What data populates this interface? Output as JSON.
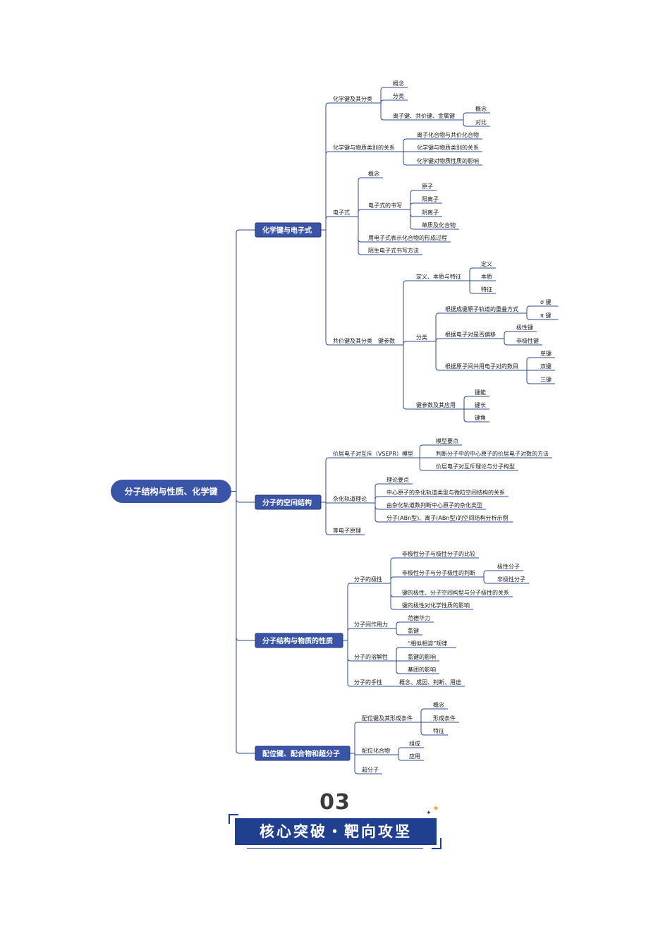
{
  "root": {
    "label": "分子结构与性质、化学键"
  },
  "branches": [
    {
      "label": "化学键与电子式",
      "children": [
        {
          "label": "化学键及其分类",
          "children": [
            {
              "label": "概念"
            },
            {
              "label": "分类"
            },
            {
              "label": "离子键、共价键、金属键",
              "children": [
                {
                  "label": "概念"
                },
                {
                  "label": "对比"
                }
              ]
            }
          ]
        },
        {
          "label": "化学键与物质类别的关系",
          "children": [
            {
              "label": "离子化合物与共价化合物"
            },
            {
              "label": "化学键与物质类别的关系"
            },
            {
              "label": "化学键对物质性质的影响"
            }
          ]
        },
        {
          "label": "电子式",
          "children": [
            {
              "label": "概念"
            },
            {
              "label": "电子式的书写",
              "children": [
                {
                  "label": "原子"
                },
                {
                  "label": "阳离子"
                },
                {
                  "label": "阴离子"
                },
                {
                  "label": "单质及化合物"
                }
              ]
            },
            {
              "label": "用电子式表示化合物的形成过程"
            },
            {
              "label": "陌生电子式书写方法"
            }
          ]
        },
        {
          "label": "共价键及其分类　键参数",
          "children": [
            {
              "label": "定义、本质与特征",
              "children": [
                {
                  "label": "定义"
                },
                {
                  "label": "本质"
                },
                {
                  "label": "特征"
                }
              ]
            },
            {
              "label": "分类",
              "children": [
                {
                  "label": "根据成键原子轨道的重叠方式",
                  "children": [
                    {
                      "label": "σ 键"
                    },
                    {
                      "label": "π 键"
                    }
                  ]
                },
                {
                  "label": "根据电子对是否偏移",
                  "children": [
                    {
                      "label": "极性键"
                    },
                    {
                      "label": "非极性键"
                    }
                  ]
                },
                {
                  "label": "根据原子间共用电子对的数目",
                  "children": [
                    {
                      "label": "单键"
                    },
                    {
                      "label": "双键"
                    },
                    {
                      "label": "三键"
                    }
                  ]
                }
              ]
            },
            {
              "label": "键参数及其应用",
              "children": [
                {
                  "label": "键能"
                },
                {
                  "label": "键长"
                },
                {
                  "label": "键角"
                }
              ]
            }
          ]
        }
      ]
    },
    {
      "label": "分子的空间结构",
      "children": [
        {
          "label": "价层电子对互斥（VSEPR）模型",
          "children": [
            {
              "label": "模型要点"
            },
            {
              "label": "判断分子中的中心原子的价层电子对数的方法"
            },
            {
              "label": "价层电子对互斥理论与分子构型"
            }
          ]
        },
        {
          "label": "杂化轨道理论",
          "children": [
            {
              "label": "理论要点"
            },
            {
              "label": "中心原子的杂化轨道类型与微粒空间结构的关系"
            },
            {
              "label": "由杂化轨道数判断中心原子的杂化类型"
            },
            {
              "label": "分子(ABn型)、离子(ABn型)的空间结构分析示例"
            }
          ]
        },
        {
          "label": "等电子原理"
        }
      ]
    },
    {
      "label": "分子结构与物质的性质",
      "children": [
        {
          "label": "分子的极性",
          "children": [
            {
              "label": "非极性分子与极性分子的比较"
            },
            {
              "label": "非极性分子与分子极性的判断",
              "children": [
                {
                  "label": "极性分子"
                },
                {
                  "label": "非极性分子"
                }
              ]
            },
            {
              "label": "键的极性、分子空间构型与分子极性的关系"
            },
            {
              "label": "键的极性对化学性质的影响"
            }
          ]
        },
        {
          "label": "分子间作用力",
          "children": [
            {
              "label": "范德华力"
            },
            {
              "label": "氢键"
            }
          ]
        },
        {
          "label": "分子的溶解性",
          "children": [
            {
              "label": "“相似相溶”规律"
            },
            {
              "label": "氢键的影响"
            },
            {
              "label": "基团的影响"
            }
          ]
        },
        {
          "label": "分子的手性",
          "children": [
            {
              "label": "概念、成因、判断、用途"
            }
          ]
        }
      ]
    },
    {
      "label": "配位键、配合物和超分子",
      "children": [
        {
          "label": "配位键及其形成条件",
          "children": [
            {
              "label": "概念"
            },
            {
              "label": "形成条件"
            },
            {
              "label": "特征"
            }
          ]
        },
        {
          "label": "配位化合物",
          "children": [
            {
              "label": "组成"
            },
            {
              "label": "应用"
            }
          ]
        },
        {
          "label": "超分子"
        }
      ]
    }
  ],
  "footer": {
    "section_number": "03",
    "banner_title": "核心突破・靶向攻坚"
  },
  "colors": {
    "node_fill": "#3a55a8",
    "root_fill": "#3a55a8",
    "line": "#2e4a8c",
    "banner": "#203f8f",
    "star_accent": "#e8a33a"
  }
}
